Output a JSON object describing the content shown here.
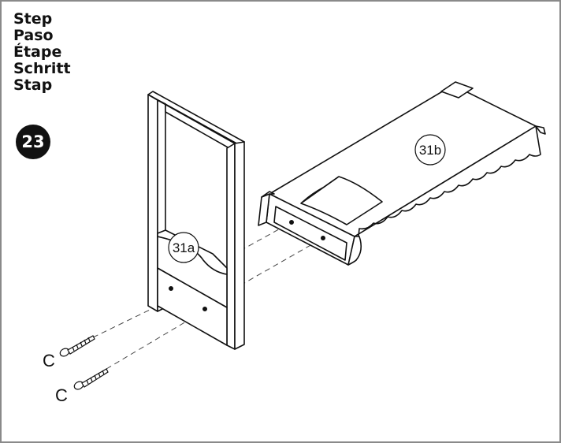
{
  "step": {
    "labels": [
      "Step",
      "Paso",
      "Étape",
      "Schritt",
      "Stap"
    ],
    "number": "23"
  },
  "parts": {
    "panel": "31a",
    "seat": "31b",
    "screw_top": "C",
    "screw_bottom": "C"
  }
}
